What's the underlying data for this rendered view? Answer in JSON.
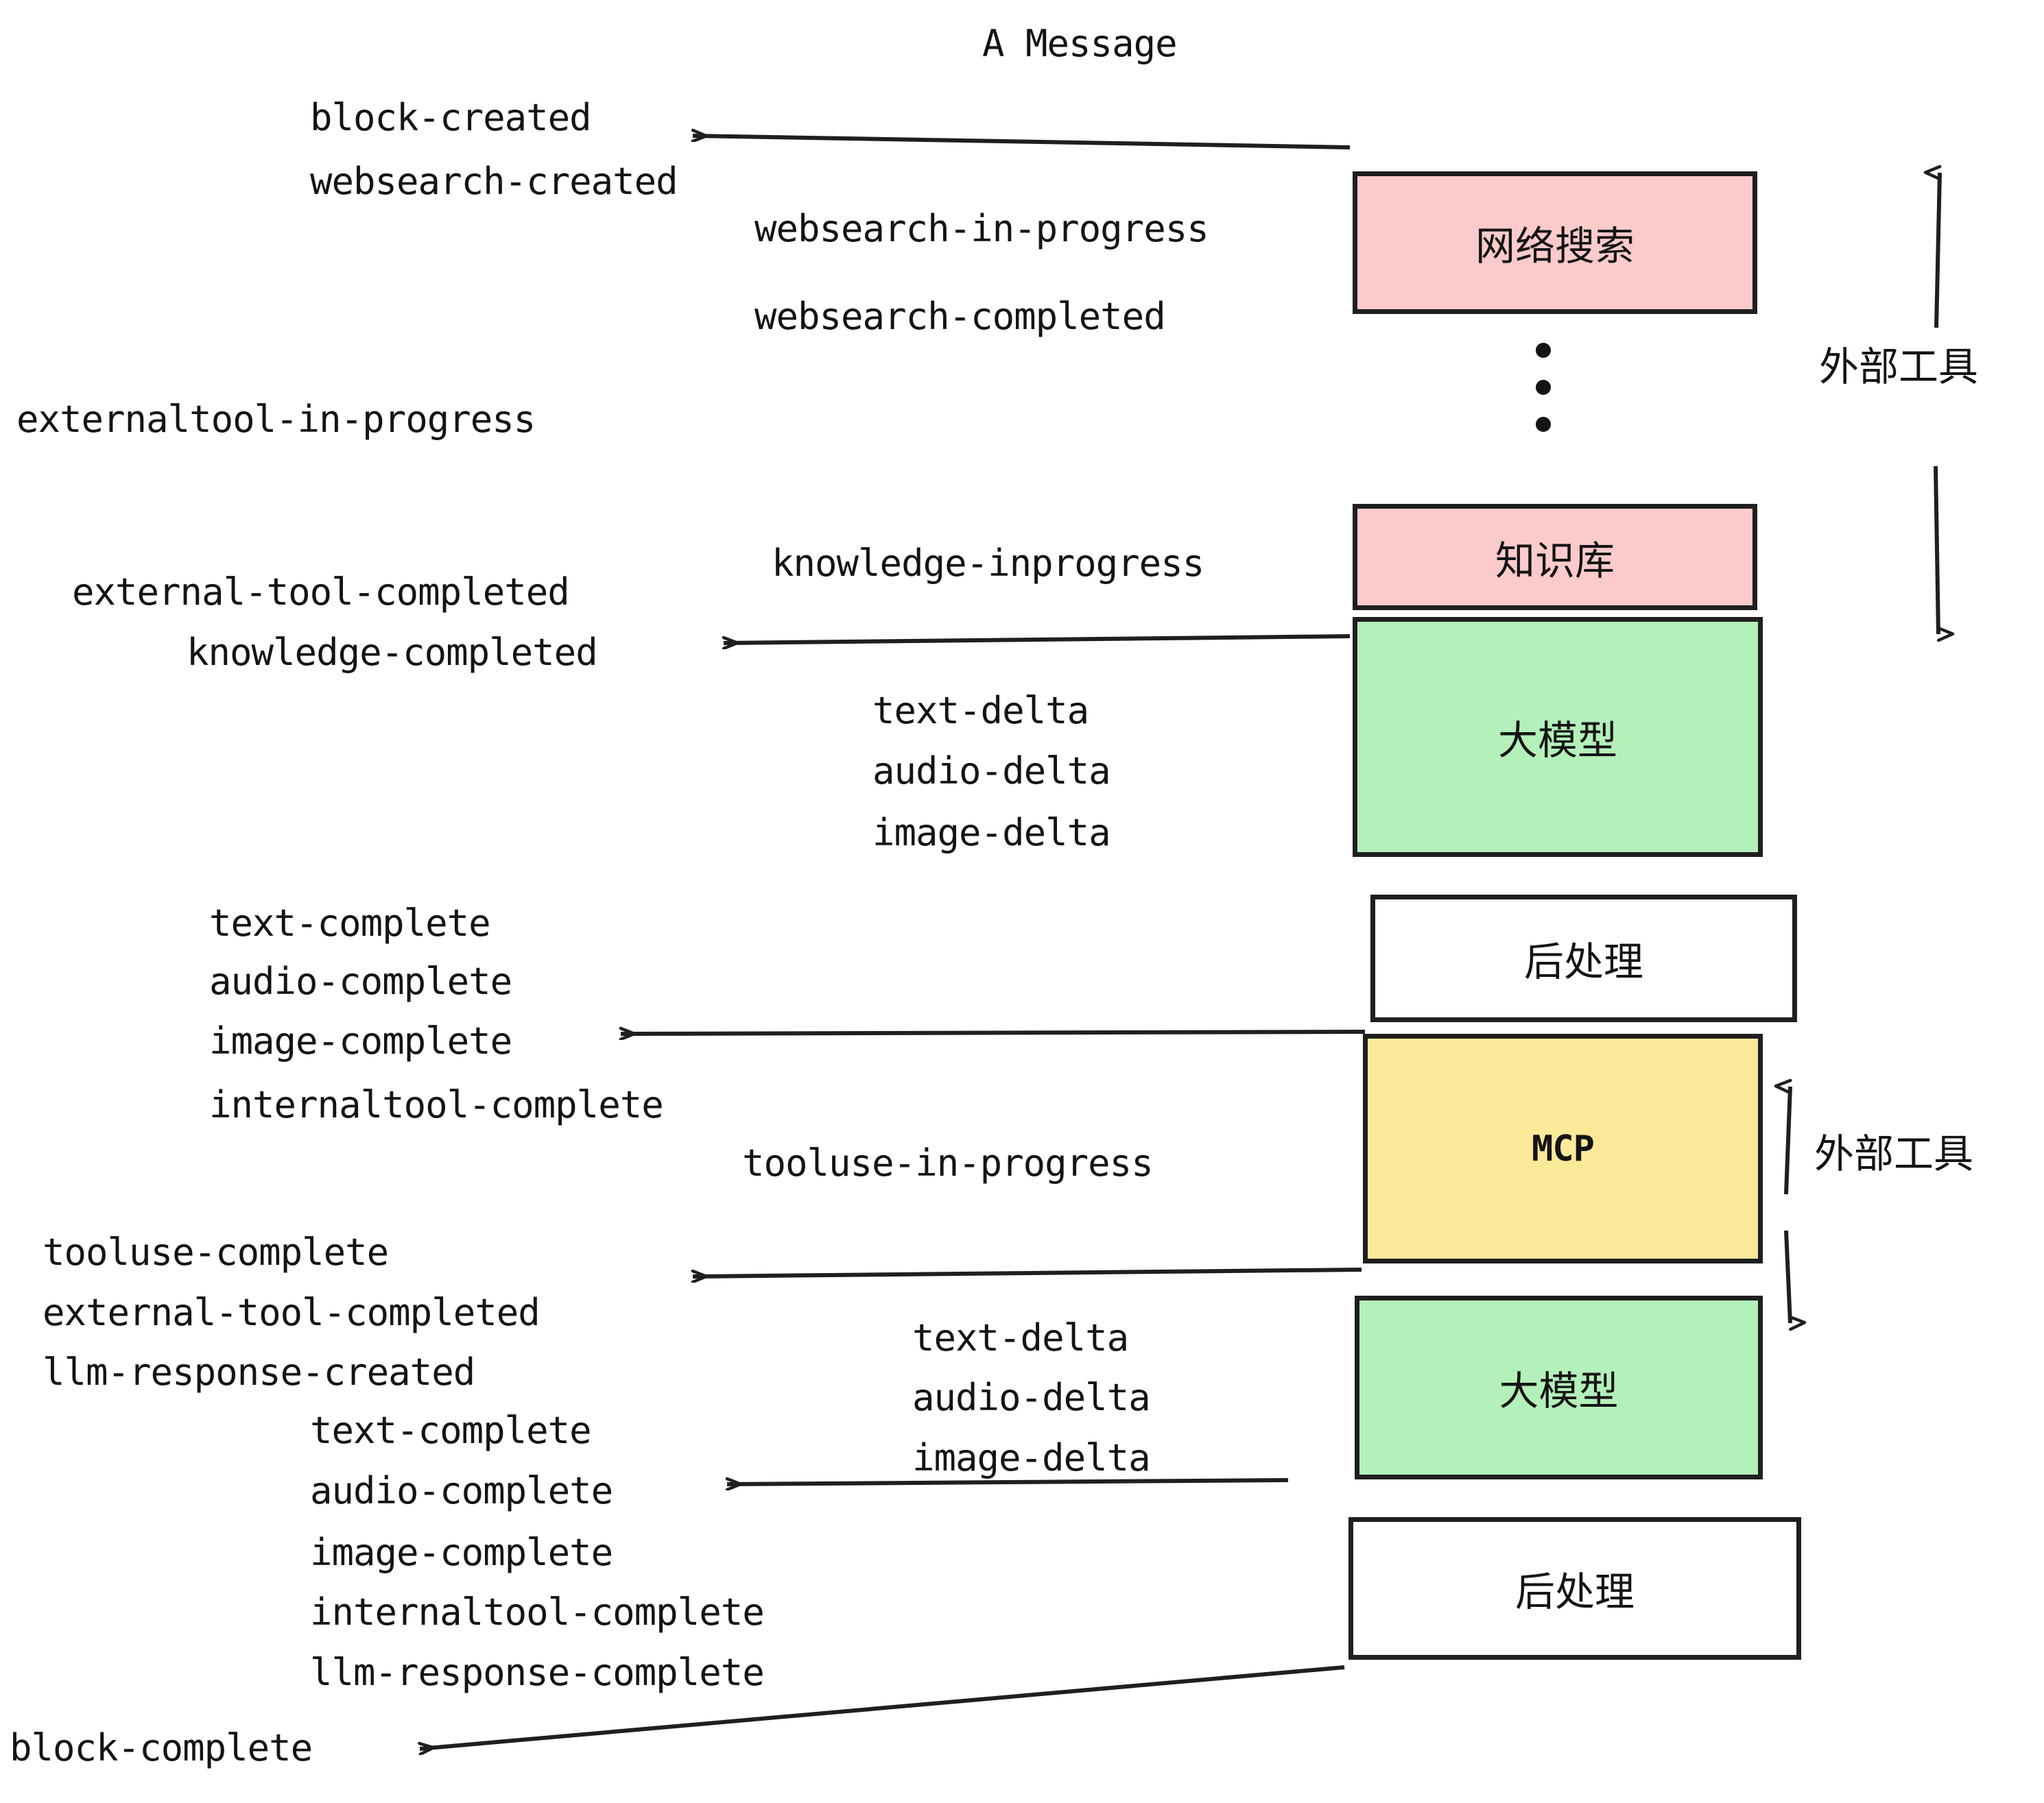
{
  "title": "A Message",
  "colors": {
    "pink": "#fbcbcb",
    "green": "#b4f0ba",
    "yellow": "#fbe99a",
    "white": "#ffffff",
    "stroke": "#1f1f1f",
    "text": "#141414"
  },
  "boxes": {
    "websearch": "网络搜索",
    "knowledge": "知识库",
    "llm_1": "大模型",
    "postprocess_1": "后处理",
    "mcp": "MCP",
    "llm_2": "大模型",
    "postprocess_2": "后处理"
  },
  "side_labels": {
    "external_tool_top": "外部工具",
    "external_tool_bottom": "外部工具"
  },
  "events": {
    "block_created": "block-created",
    "websearch_created": "websearch-created",
    "websearch_in_progress": "websearch-in-progress",
    "websearch_completed": "websearch-completed",
    "externaltool_in_progress": "externaltool-in-progress",
    "knowledge_inprogress": "knowledge-inprogress",
    "external_tool_completed_1": "external-tool-completed",
    "knowledge_completed": "knowledge-completed",
    "text_delta_1": "text-delta",
    "audio_delta_1": "audio-delta",
    "image_delta_1": "image-delta",
    "text_complete_1": "text-complete",
    "audio_complete_1": "audio-complete",
    "image_complete_1": "image-complete",
    "internaltool_complete_1": "internaltool-complete",
    "tooluse_in_progress": "tooluse-in-progress",
    "tooluse_complete": "tooluse-complete",
    "external_tool_completed_2": "external-tool-completed",
    "llm_response_created": "llm-response-created",
    "text_delta_2": "text-delta",
    "audio_delta_2": "audio-delta",
    "image_delta_2": "image-delta",
    "text_complete_2": "text-complete",
    "audio_complete_2": "audio-complete",
    "image_complete_2": "image-complete",
    "internaltool_complete_2": "internaltool-complete",
    "llm_response_complete": "llm-response-complete",
    "block_complete": "block-complete"
  }
}
